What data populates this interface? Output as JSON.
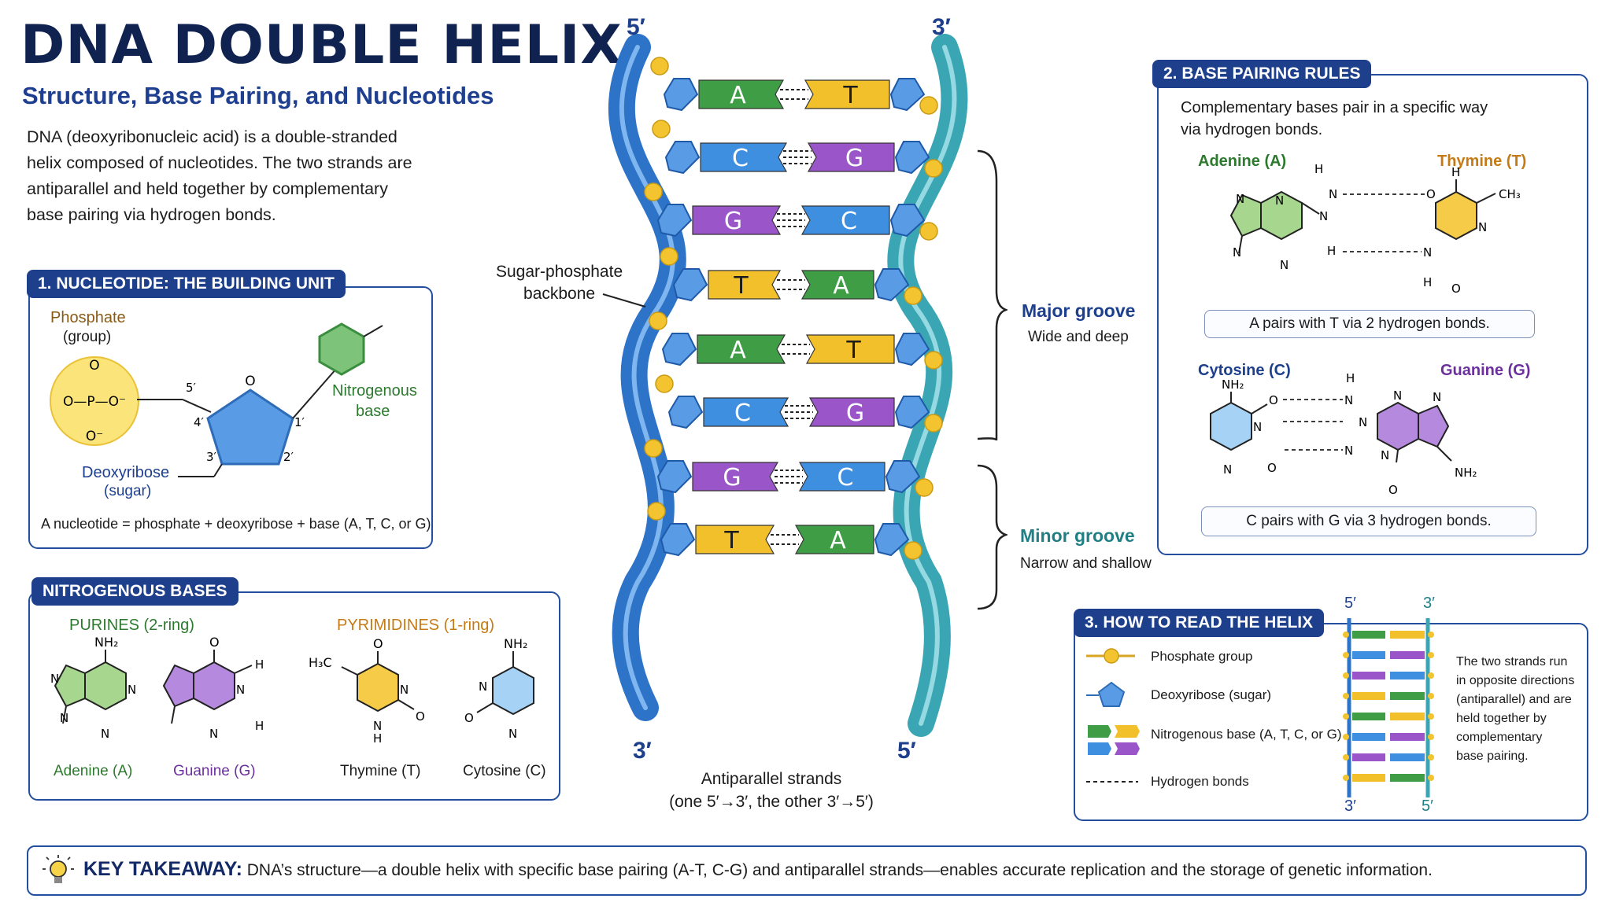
{
  "header": {
    "title": "DNA DOUBLE HELIX",
    "subtitle": "Structure, Base Pairing, and Nucleotides",
    "intro_lines": [
      "DNA (deoxyribonucleic acid) is a double-stranded",
      "helix composed of nucleotides. The two strands are",
      "antiparallel and held together by complementary",
      "base pairing via hydrogen bonds."
    ]
  },
  "nucleotide": {
    "tab": "1. NUCLEOTIDE: THE BUILDING UNIT",
    "phosphate_label": "Phosphate",
    "phosphate_sub": "(group)",
    "phosphate_top": "O",
    "phosphate_core": "O—P—O⁻",
    "phosphate_bottom": "O⁻",
    "carbon_5": "5′",
    "carbon_4": "4′",
    "carbon_3": "3′",
    "carbon_2": "2′",
    "carbon_1": "1′",
    "ring_o": "O",
    "base_label": "Nitrogenous",
    "base_sub": "base",
    "sugar_label": "Deoxyribose",
    "sugar_sub": "(sugar)",
    "equation": "A nucleotide = phosphate + deoxyribose + base (A, T, C, or G)"
  },
  "bases": {
    "tab": "NITROGENOUS BASES",
    "purines_title": "PURINES (2-ring)",
    "pyrimidines_title": "PYRIMIDINES (1-ring)",
    "names": [
      "Adenine (A)",
      "Guanine (G)",
      "Thymine (T)",
      "Cytosine (C)"
    ],
    "atoms": {
      "nh2": "NH₂",
      "h3c": "H₃C",
      "n": "N",
      "o": "O",
      "h": "H"
    }
  },
  "helix": {
    "top_left": "5′",
    "top_right": "3′",
    "bottom_left": "3′",
    "bottom_right": "5′",
    "backbone_label": [
      "Sugar-phosphate",
      "backbone"
    ],
    "pairs": [
      {
        "left": "A",
        "right": "T"
      },
      {
        "left": "C",
        "right": "G"
      },
      {
        "left": "G",
        "right": "C"
      },
      {
        "left": "T",
        "right": "A"
      },
      {
        "left": "A",
        "right": "T"
      },
      {
        "left": "C",
        "right": "G"
      },
      {
        "left": "G",
        "right": "C"
      },
      {
        "left": "T",
        "right": "A"
      }
    ],
    "major_groove": "Major groove",
    "major_desc": "Wide and deep",
    "minor_groove": "Minor groove",
    "minor_desc": "Narrow and shallow",
    "caption_1": "Antiparallel strands",
    "caption_2": "(one 5′→3′, the other 3′→5′)"
  },
  "pairing": {
    "tab": "2. BASE PAIRING RULES",
    "intro_1": "Complementary bases pair in a specific way",
    "intro_2": "via hydrogen bonds.",
    "adenine": "Adenine (A)",
    "thymine": "Thymine (T)",
    "cytosine": "Cytosine (C)",
    "guanine": "Guanine (G)",
    "at_rule": "A pairs with T via 2 hydrogen bonds.",
    "cg_rule": "C pairs with G via 3 hydrogen bonds.",
    "atoms": {
      "ch3": "CH₃",
      "nh2": "NH₂",
      "n": "N",
      "o": "O",
      "h": "H"
    }
  },
  "reading": {
    "tab": "3. HOW TO READ THE HELIX",
    "phosphate": "Phosphate group",
    "sugar": "Deoxyribose (sugar)",
    "base": "Nitrogenous base (A, T, C, or G)",
    "hbonds": "Hydrogen bonds",
    "ladder_top_left": "5′",
    "ladder_top_right": "3′",
    "ladder_bottom_left": "3′",
    "ladder_bottom_right": "5′",
    "note_lines": [
      "The two strands run",
      "in opposite directions",
      "(antiparallel) and are",
      "held together by",
      "complementary",
      "base pairing."
    ]
  },
  "takeaway": {
    "label": "KEY TAKEAWAY:",
    "text": "DNA’s structure—a double helix with specific base pairing (A-T, C-G) and antiparallel strands—enables accurate replication and the storage of genetic information."
  },
  "colors": {
    "A": "#3f9e45",
    "T": "#f2c02a",
    "C": "#3f8fe0",
    "G": "#9a55c8",
    "navy": "#1d3f8c",
    "strand_left": "#2d74c9",
    "strand_right": "#3aa6b4",
    "phosphate": "#f4c430"
  }
}
